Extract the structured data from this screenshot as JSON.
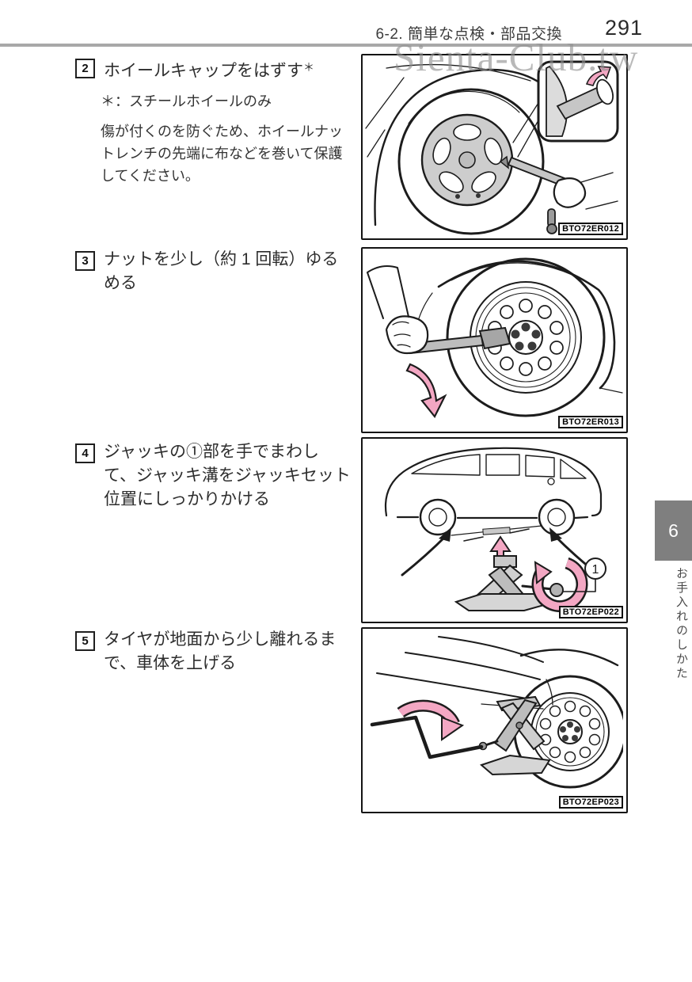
{
  "header": {
    "section_title": "6-2. 簡単な点検・部品交換",
    "page_number": "291"
  },
  "watermark": {
    "text": "Sienta-Club.tw"
  },
  "sidebar": {
    "chapter_number": "6",
    "chapter_title": "お手入れのしかた"
  },
  "steps": [
    {
      "number": "2",
      "title": "ホイールキャップをはずす",
      "title_mark": "＊",
      "note": "＊：スチールホイールのみ",
      "caution": "傷が付くのを防ぐため、ホイールナットレンチの先端に布などを巻いて保護してください。",
      "figure_code": "BTO72ER012"
    },
    {
      "number": "3",
      "title": "ナットを少し（約 1 回転）ゆるめる",
      "figure_code": "BTO72ER013"
    },
    {
      "number": "4",
      "title": "ジャッキの①部を手でまわして、ジャッキ溝をジャッキセット位置にしっかりかける",
      "callout_label": "1",
      "figure_code": "BTO72EP022"
    },
    {
      "number": "5",
      "title": "タイヤが地面から少し離れるまで、車体を上げる",
      "figure_code": "BTO72EP023"
    }
  ],
  "colors": {
    "accent_pink": "#f3a7c3",
    "tab_gray": "#7f7f7f",
    "rule_gray": "#a8a8a8",
    "metal_gray": "#c6c6c6"
  }
}
